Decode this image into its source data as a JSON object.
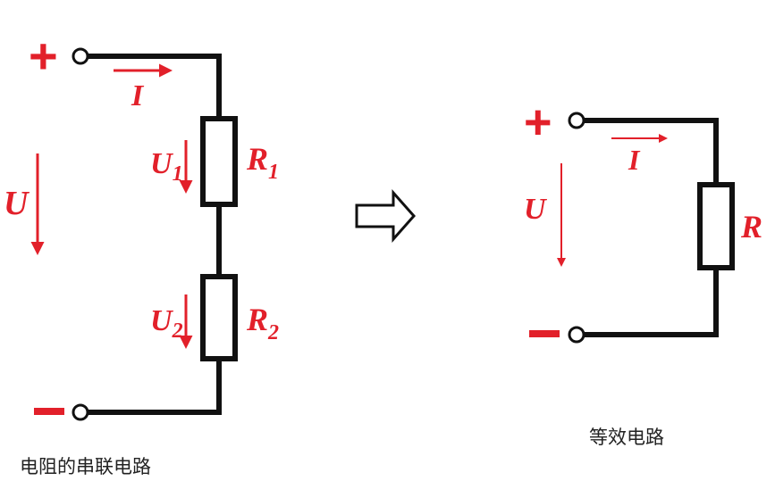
{
  "colors": {
    "accent": "#e2202a",
    "wire": "#111111"
  },
  "series_circuit": {
    "plus": "+",
    "minus": "−",
    "current_label": "I",
    "voltage_label": "U",
    "r1": {
      "name": "R",
      "sub": "1"
    },
    "r2": {
      "name": "R",
      "sub": "2"
    },
    "u1": {
      "name": "U",
      "sub": "1"
    },
    "u2": {
      "name": "U",
      "sub": "2"
    },
    "caption": "电阻的串联电路"
  },
  "transform_arrow": "hollow-right-arrow-icon",
  "equivalent_circuit": {
    "plus": "+",
    "minus": "−",
    "current_label": "I",
    "voltage_label": "U",
    "r": "R",
    "caption": "等效电路"
  }
}
